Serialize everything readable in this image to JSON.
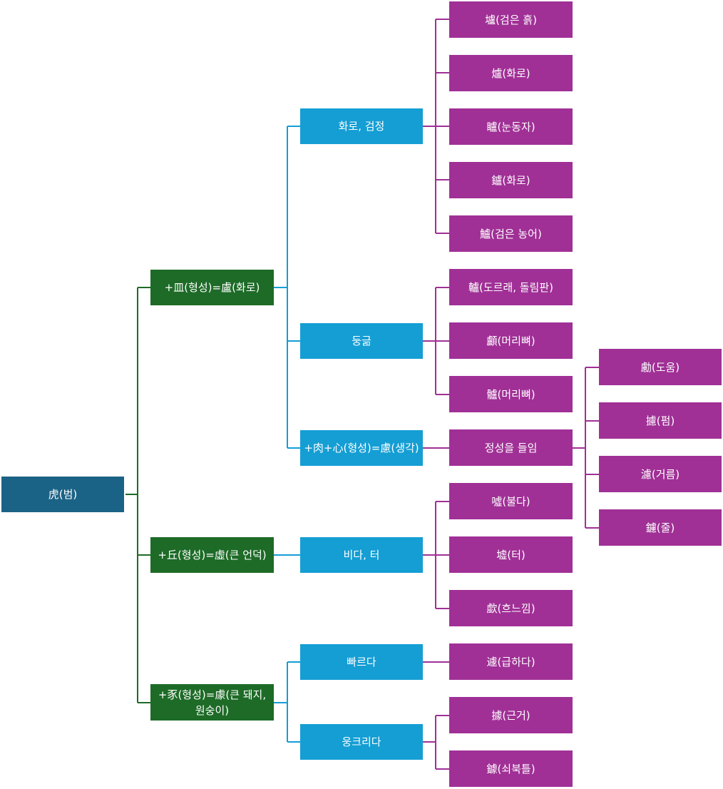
{
  "colors": {
    "root": "#1b6386",
    "level1": "#1d6b27",
    "level2": "#149ed4",
    "level3": "#a03096"
  },
  "root": {
    "label": "虎(범)"
  },
  "level1": {
    "lu": "+皿(형성)=盧(화로)",
    "heo": "+丘(형성)=虛(큰 언덕)",
    "geo": "+豕(형성)=豦(큰 돼지,\n원숭이)"
  },
  "level2": {
    "hwaro": "화로, 검정",
    "dunggeul": "둥긂",
    "ryeo": "+肉+心(형성)=慮(생각)",
    "bida": "비다, 터",
    "ppareuda": "빠르다",
    "ungkeurida": "웅크리다"
  },
  "level3": {
    "lu1": "壚(검은 흙)",
    "lu2": "爐(화로)",
    "lu3": "矑(눈동자)",
    "lu4": "鑪(화로)",
    "lu5": "鱸(검은 농어)",
    "du1": "轤(도르래, 돌림판)",
    "du2": "顱(머리뼈)",
    "du3": "髗(머리뼈)",
    "ryeo1": "정성을 들임",
    "heo1": "噓(불다)",
    "heo2": "墟(터)",
    "heo3": "歔(흐느낌)",
    "geo1": "遽(급하다)",
    "geo2": "據(근거)",
    "geo3": "鐻(쇠북틀)"
  },
  "level4": {
    "r1": "勴(도움)",
    "r2": "攄(펌)",
    "r3": "濾(거름)",
    "r4": "鑢(줄)"
  }
}
